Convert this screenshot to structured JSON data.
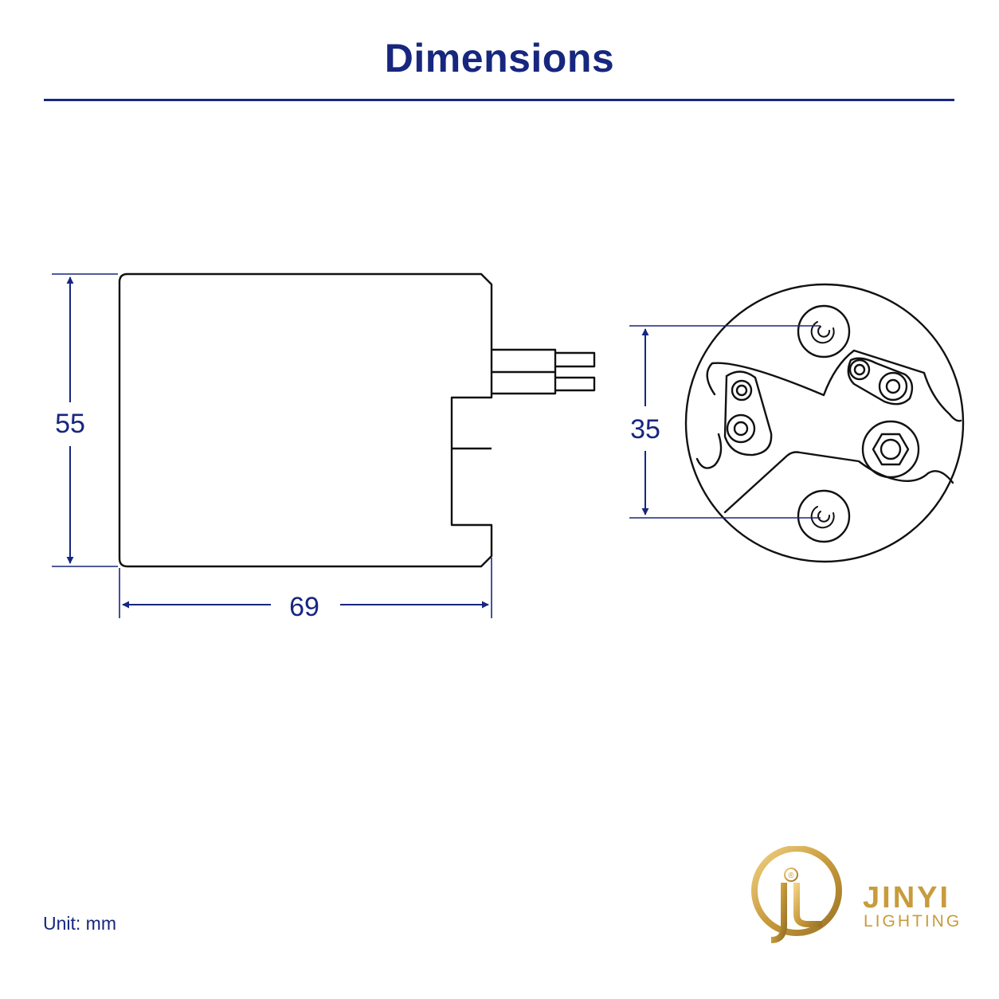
{
  "title": "Dimensions",
  "dimensions": {
    "height": "55",
    "width": "69",
    "hole_spacing": "35"
  },
  "unit_note": "Unit: mm",
  "brand": {
    "name": "JINYI",
    "subtitle": "LIGHTING",
    "registered_mark": "®"
  },
  "colors": {
    "accent": "#17267f",
    "outline": "#111111",
    "gold": "#c89b3c"
  }
}
